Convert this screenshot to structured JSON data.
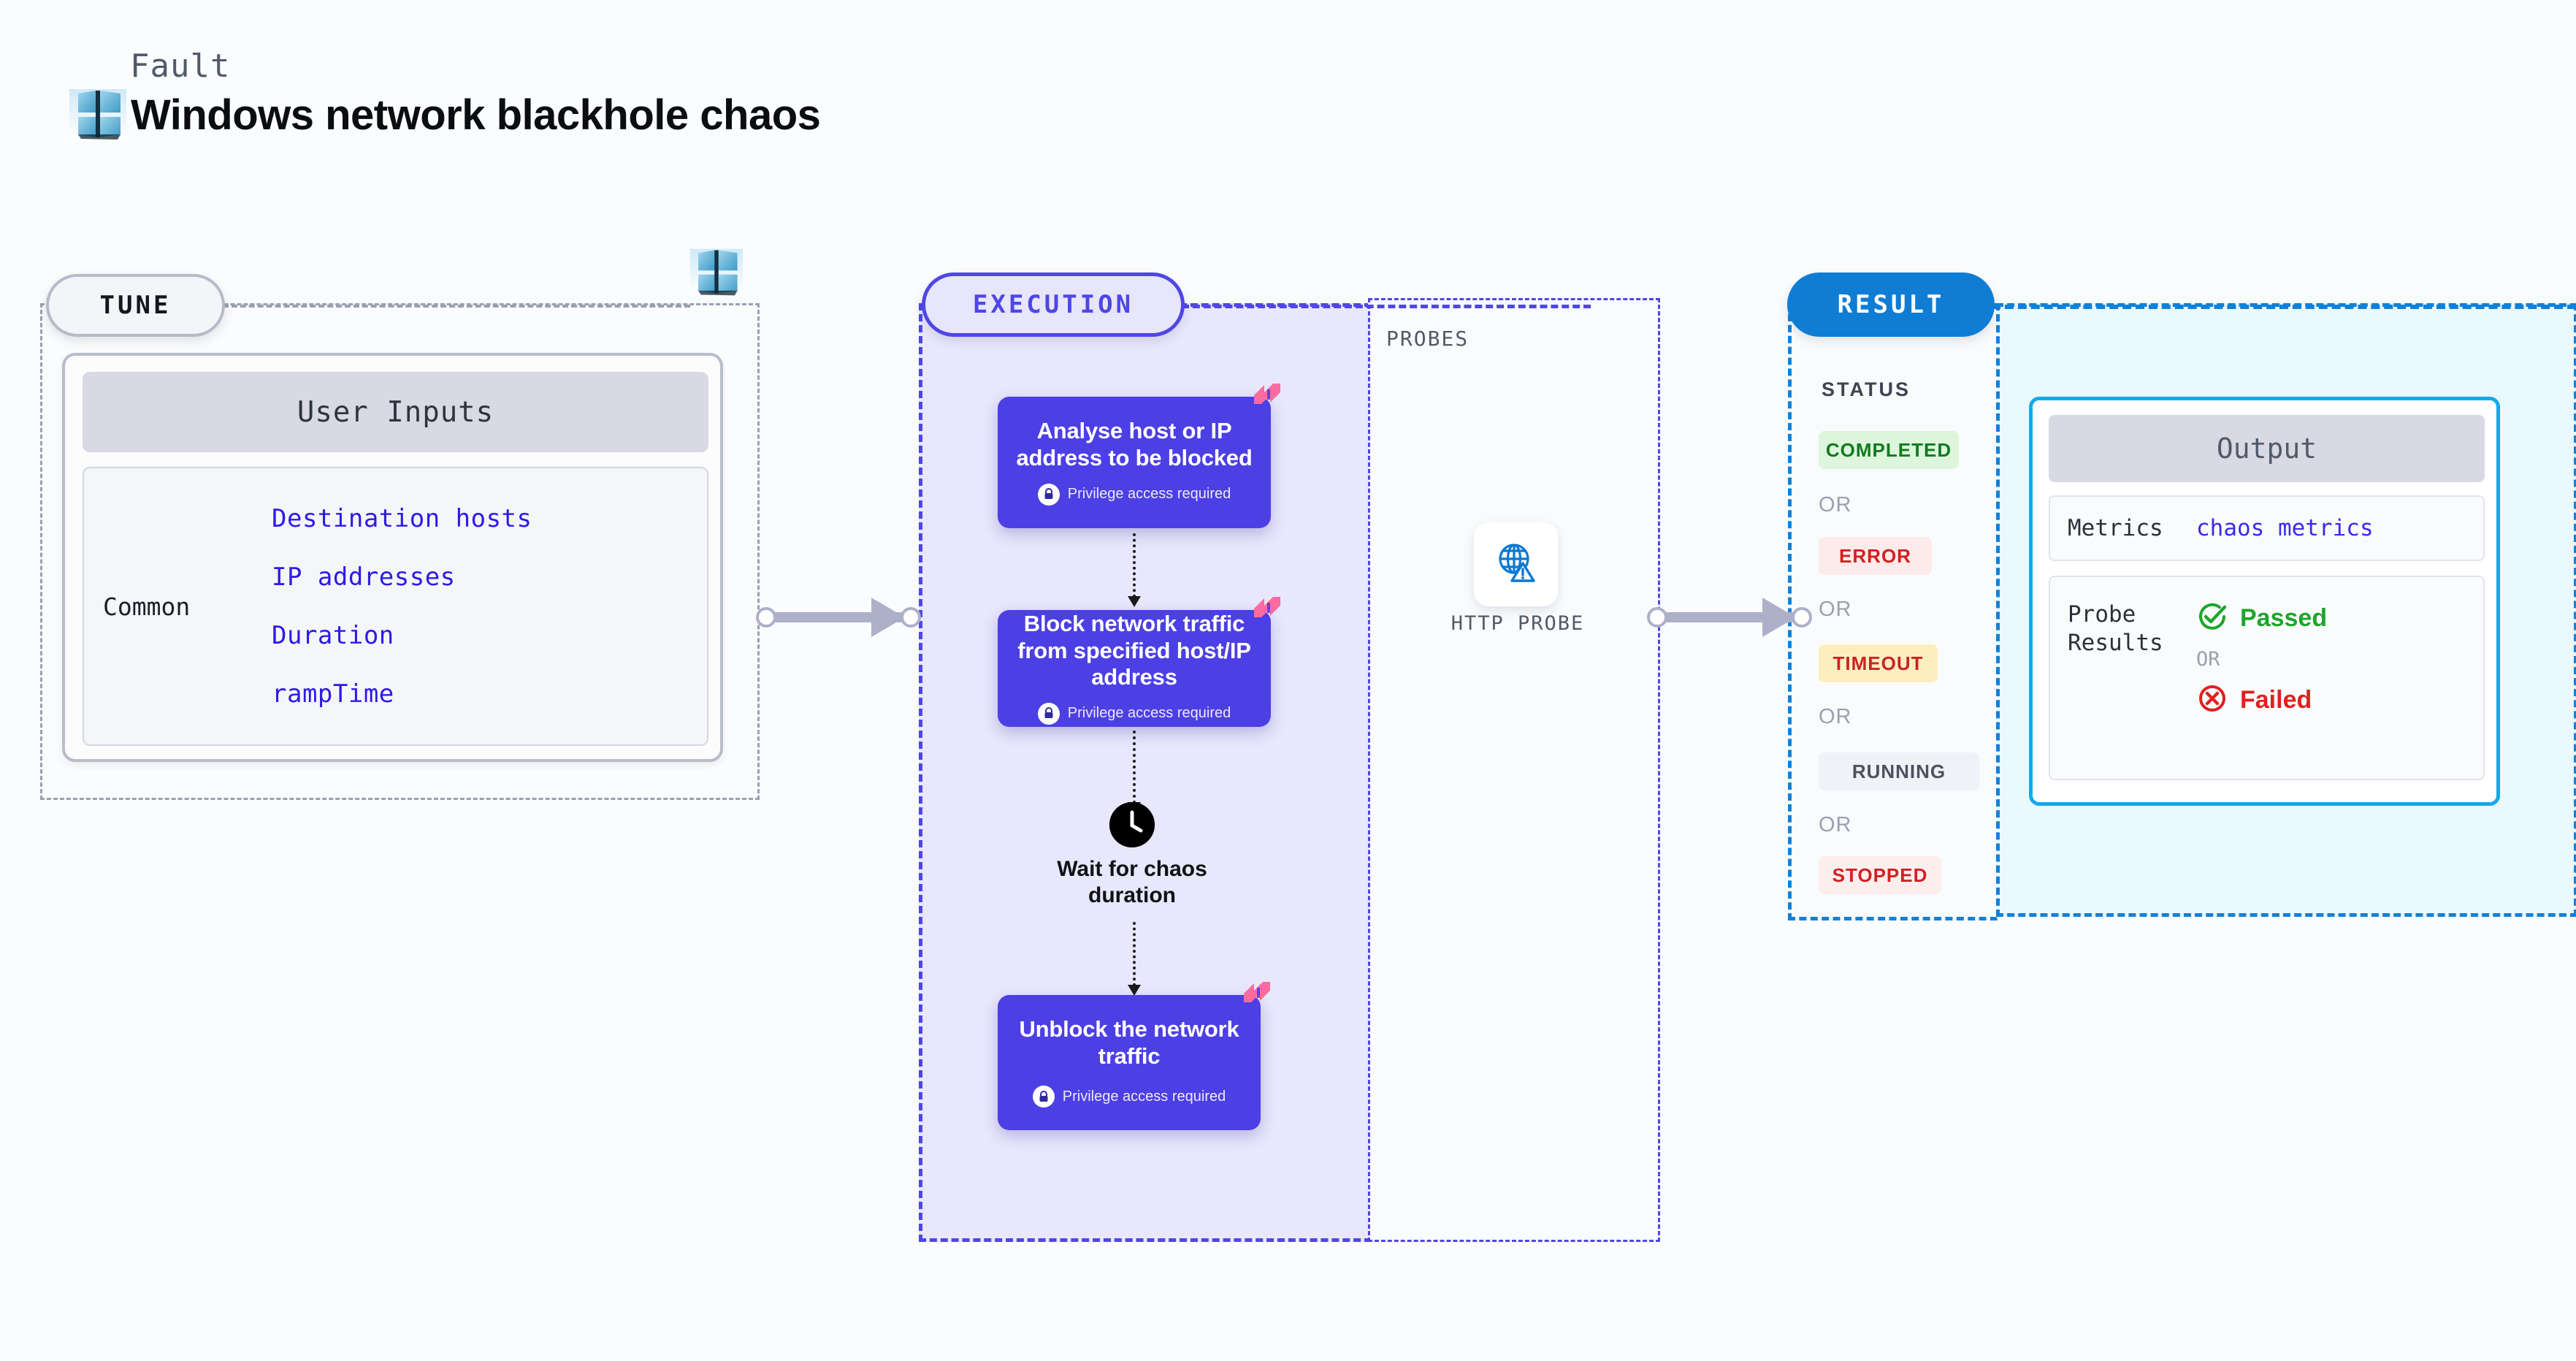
{
  "header": {
    "kicker": "Fault",
    "title": "Windows network blackhole chaos",
    "logo_icon": "windows-logo-icon"
  },
  "tune": {
    "badge": "TUNE",
    "logo_icon": "windows-logo-icon",
    "user_inputs_header": "User Inputs",
    "group_label": "Common",
    "params": [
      "Destination hosts",
      "IP addresses",
      "Duration",
      "rampTime"
    ],
    "param_color": "#2d1ae8"
  },
  "execution": {
    "badge": "EXECUTION",
    "accent": "#4f46e5",
    "cards": [
      {
        "title": "Analyse host or IP address to be blocked",
        "privilege": "Privilege access required",
        "lock_icon": "lock-icon",
        "flag_icon": "chaos-flag-icon"
      },
      {
        "title": "Block network traffic from specified host/IP address",
        "privilege": "Privilege access required",
        "lock_icon": "lock-icon",
        "flag_icon": "chaos-flag-icon"
      },
      {
        "title": "Unblock the network traffic",
        "privilege": "Privilege access required",
        "lock_icon": "lock-icon",
        "flag_icon": "chaos-flag-icon"
      }
    ],
    "wait_node": {
      "icon": "clock-icon",
      "label": "Wait for chaos duration"
    }
  },
  "probes": {
    "label": "PROBES",
    "items": [
      {
        "icon": "globe-warning-icon",
        "caption": "HTTP PROBE"
      }
    ]
  },
  "result": {
    "badge": "RESULT",
    "accent": "#0f7dd4",
    "status_label": "STATUS",
    "or_label": "OR",
    "statuses": [
      {
        "label": "COMPLETED",
        "bg": "#ddf5dc",
        "fg": "#117a1e"
      },
      {
        "label": "ERROR",
        "bg": "#fdeaea",
        "fg": "#d32020"
      },
      {
        "label": "TIMEOUT",
        "bg": "#fdeec0",
        "fg": "#cc2222"
      },
      {
        "label": "RUNNING",
        "bg": "#f1f2f7",
        "fg": "#4b5160"
      },
      {
        "label": "STOPPED",
        "bg": "#fdeeee",
        "fg": "#d32020"
      }
    ],
    "output": {
      "header": "Output",
      "metrics_key": "Metrics",
      "metrics_value": "chaos metrics",
      "probe_results_key": "Probe Results",
      "passed": {
        "label": "Passed",
        "icon": "check-circle-icon",
        "color": "#1da62c"
      },
      "failed": {
        "label": "Failed",
        "icon": "x-circle-icon",
        "color": "#e02020"
      },
      "or_label": "OR"
    }
  }
}
